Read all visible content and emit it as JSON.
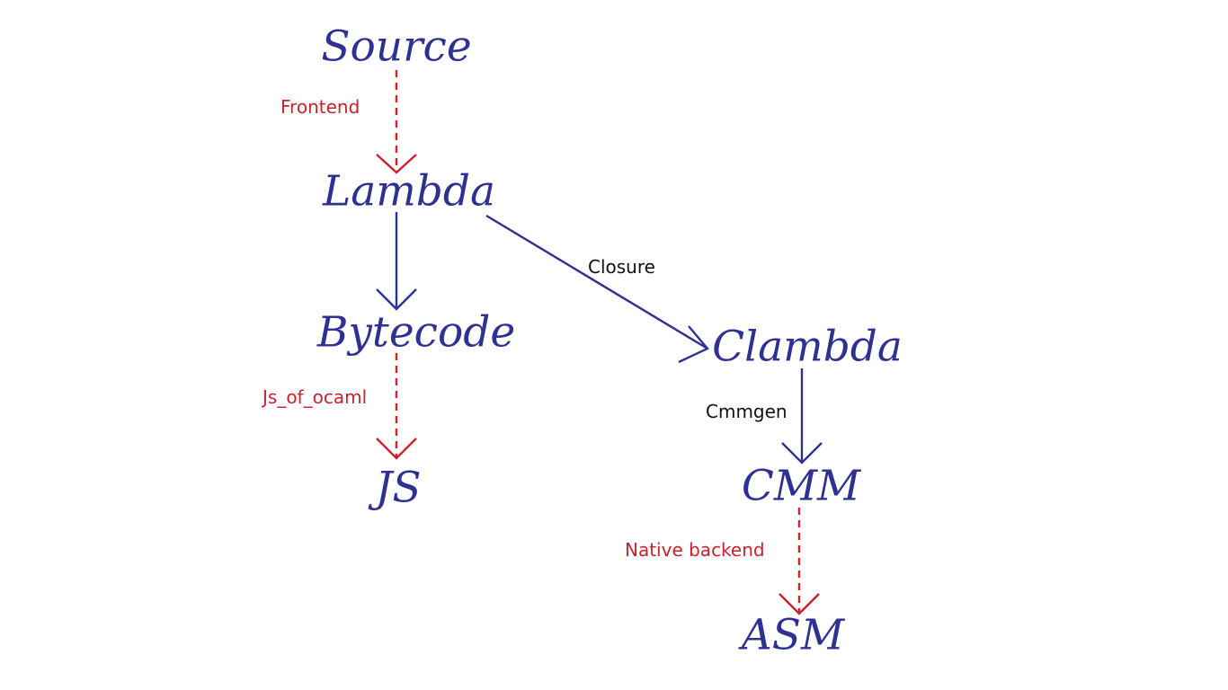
{
  "colors": {
    "node": "#2e3192",
    "frontend_edge": "#c8232c",
    "backend_edge": "#2e3192",
    "compiler_label": "#111111"
  },
  "nodes": {
    "source": "Source",
    "lambda": "Lambda",
    "bytecode": "Bytecode",
    "clambda": "Clambda",
    "js": "JS",
    "cmm": "CMM",
    "asm": "ASM"
  },
  "edges": {
    "frontend": "Frontend",
    "closure": "Closure",
    "js_of_ocaml": "Js_of_ocaml",
    "cmmgen": "Cmmgen",
    "native_backend": "Native backend"
  }
}
